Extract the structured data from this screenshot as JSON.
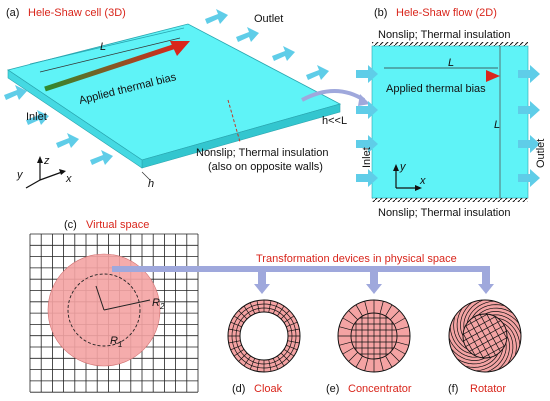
{
  "colors": {
    "fluid": "#5ff3f7",
    "arrow": "#5fcde8",
    "bias_start": "#2e8b2e",
    "bias_end": "#d9261c",
    "red_text": "#d9261c",
    "disc": "#f4a3a3",
    "blue_link": "#9fa8dc"
  },
  "panel_a": {
    "tag": "(a)",
    "title": "Hele-Shaw cell (3D)",
    "outlet": "Outlet",
    "inlet": "Inlet",
    "length": "L",
    "bias": "Applied thermal bias",
    "wall_line1": "Nonslip; Thermal insulation",
    "wall_line2": "(also on opposite walls)",
    "height": "h",
    "axis_x": "x",
    "axis_y": "y",
    "axis_z": "z"
  },
  "link": {
    "text": "h<<L"
  },
  "panel_b": {
    "tag": "(b)",
    "title": "Hele-Shaw flow (2D)",
    "top_wall": "Nonslip; Thermal insulation",
    "bottom_wall": "Nonslip; Thermal insulation",
    "length": "L",
    "height_label": "L",
    "bias": "Applied thermal bias",
    "inlet": "Inlet",
    "outlet": "Outlet",
    "axis_x": "x",
    "axis_y": "y"
  },
  "panel_c": {
    "tag": "(c)",
    "title": "Virtual space",
    "r2": "R",
    "r2_sub": "2",
    "r1": "R",
    "r1_sub": "1"
  },
  "devices": {
    "header": "Transformation devices in physical space",
    "items": [
      {
        "tag": "(d)",
        "name": "Cloak"
      },
      {
        "tag": "(e)",
        "name": "Concentrator"
      },
      {
        "tag": "(f)",
        "name": "Rotator"
      }
    ]
  }
}
